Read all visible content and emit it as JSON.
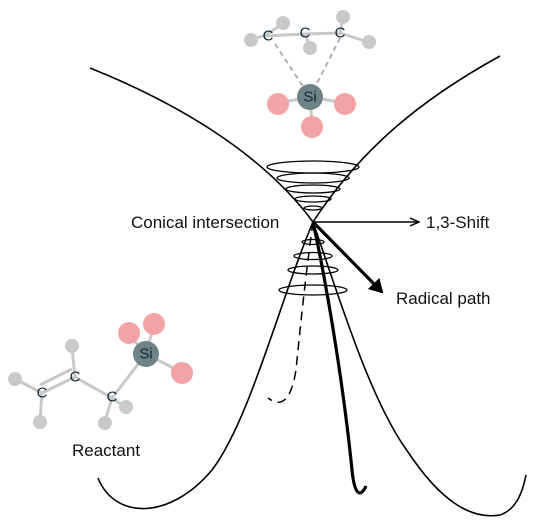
{
  "labels": {
    "conical": "Conical intersection",
    "shift": "1,3-Shift",
    "radical": "Radical path",
    "reactant": "Reactant"
  },
  "atoms": {
    "carbon": "C",
    "silicon": "Si"
  },
  "colors": {
    "line": "#000000",
    "bond": "#c8c8c8",
    "hydrogen": "#c9c9c9",
    "silicon": "#6e8385",
    "substituent": "#f2a3a6",
    "carbon_fill": "#ffffff"
  }
}
